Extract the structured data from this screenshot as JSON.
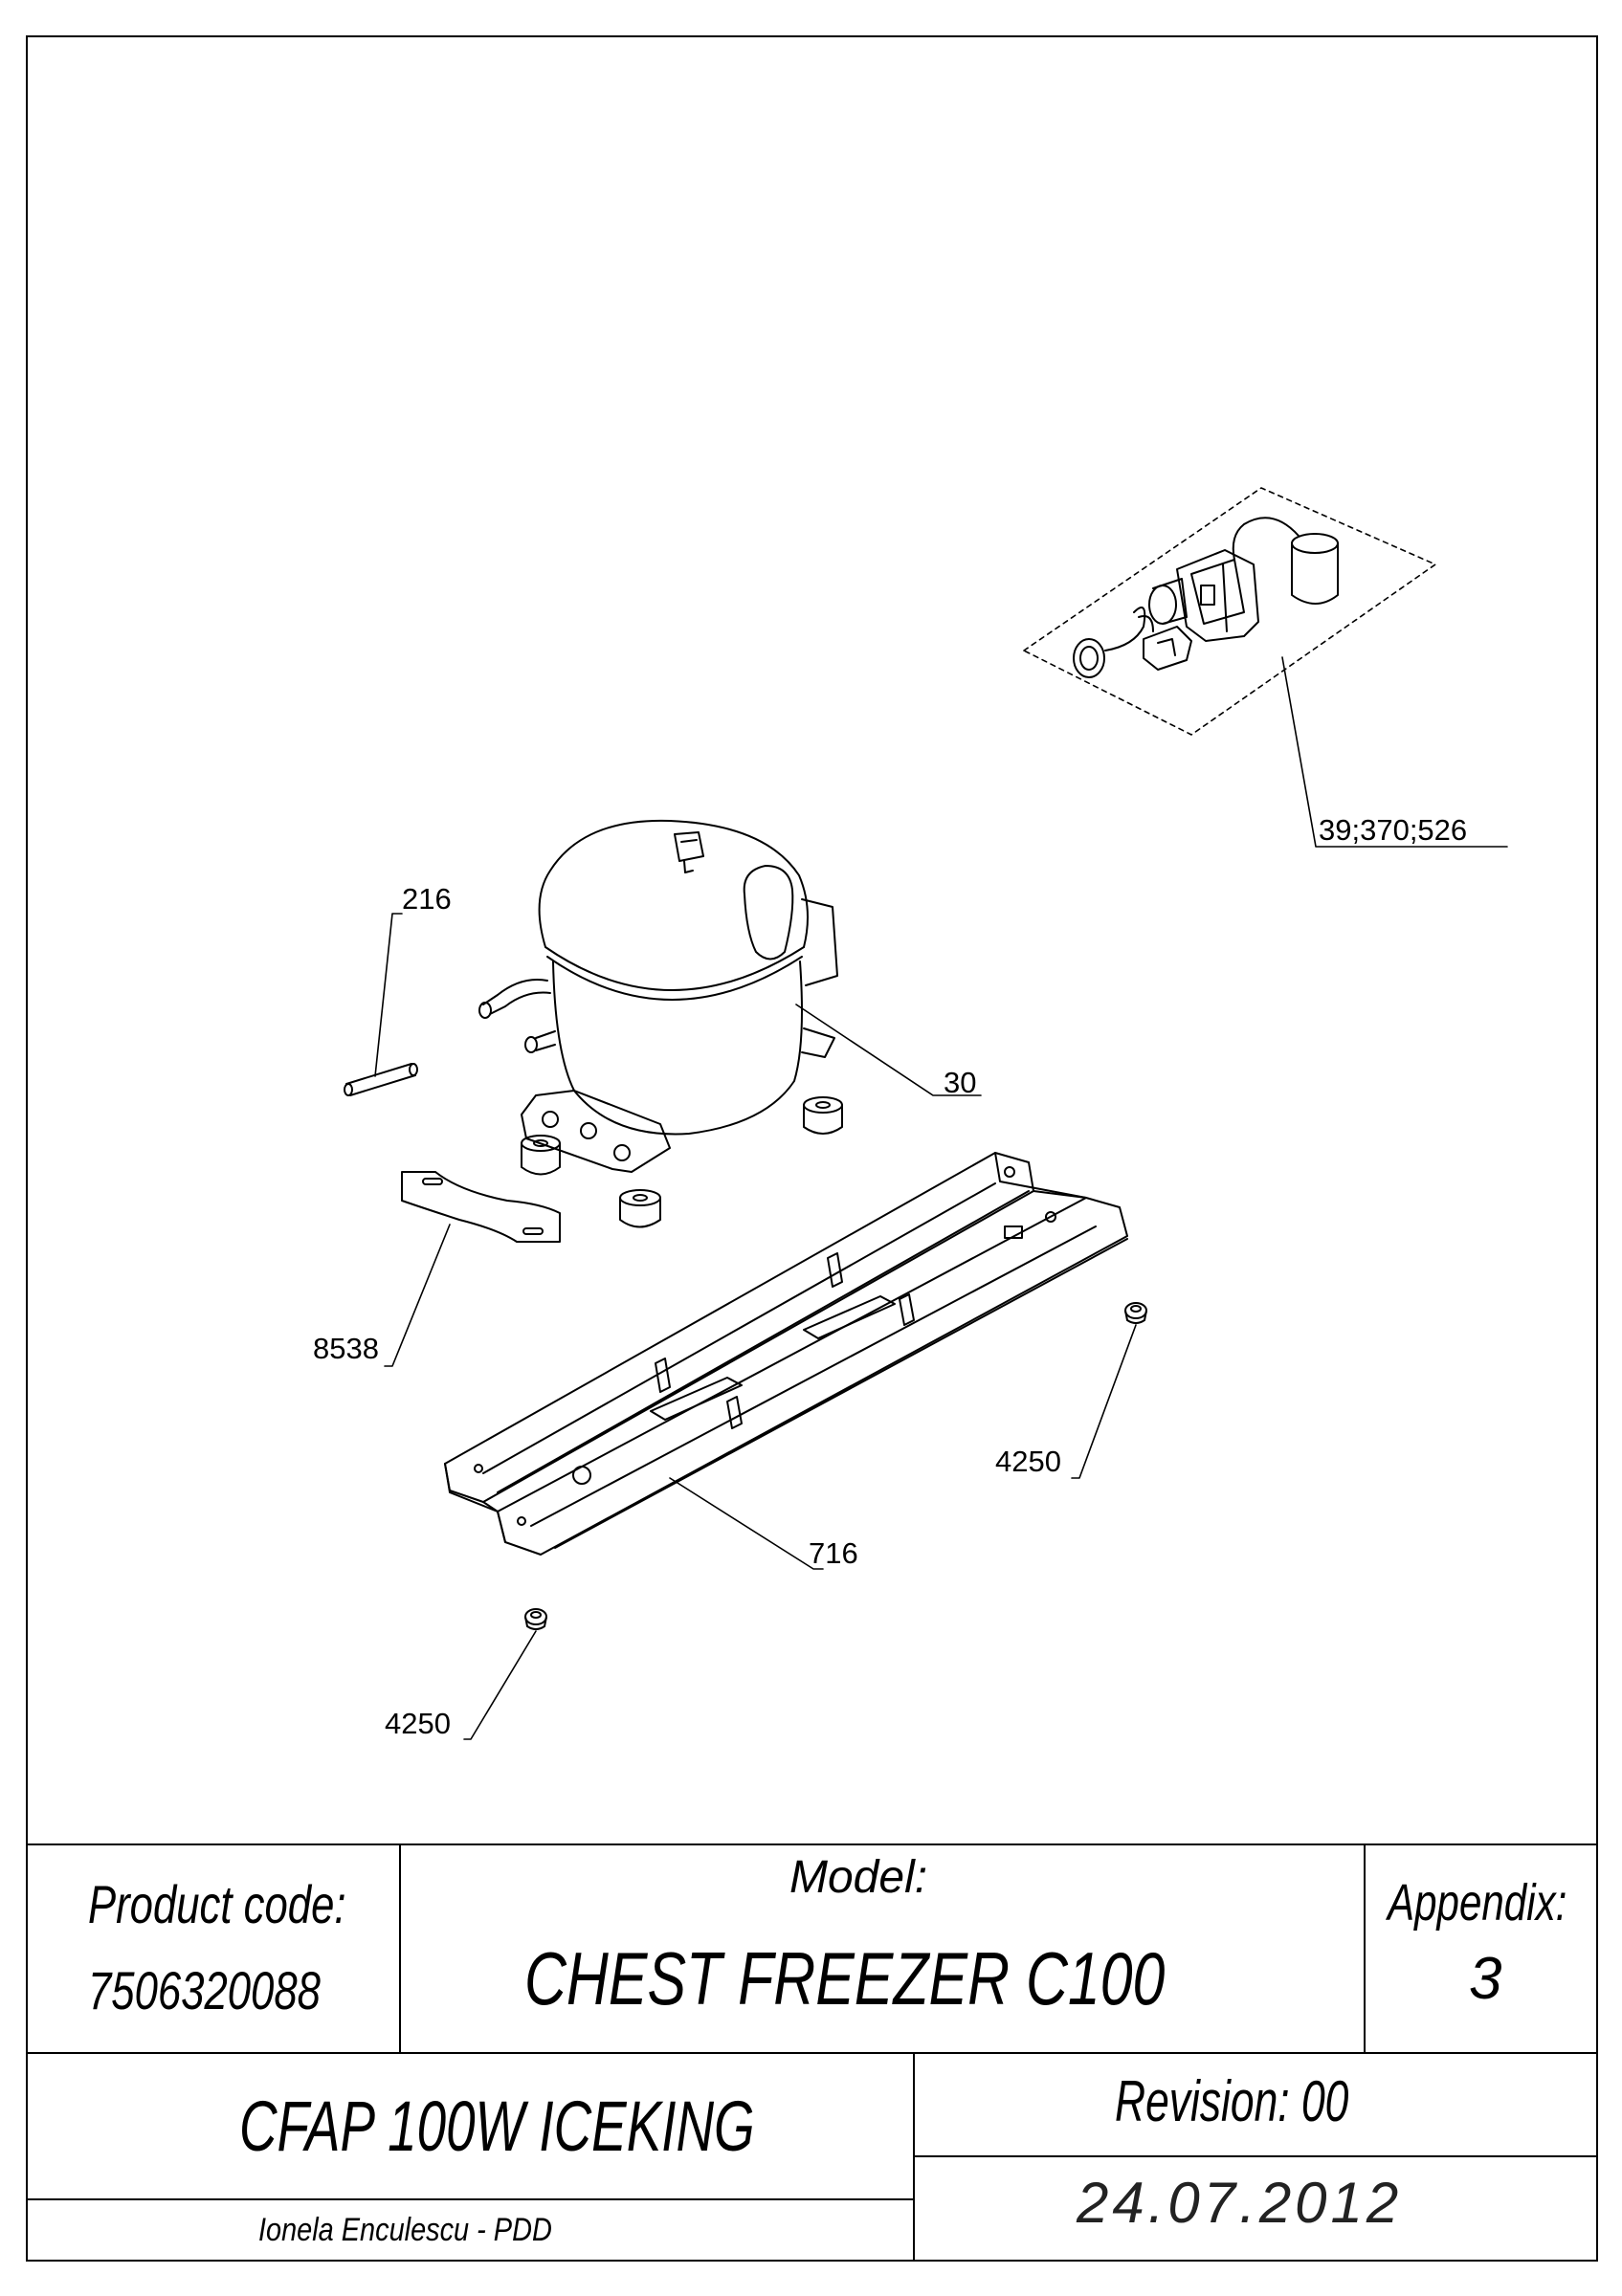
{
  "drawing": {
    "callouts": {
      "c216": "216",
      "c30": "30",
      "c39": "39;370;526",
      "c8538": "8538",
      "c4250a": "4250",
      "c716": "716",
      "c4250b": "4250"
    }
  },
  "title_block": {
    "product_code_label": "Product code:",
    "product_code": "7506320088",
    "model_label": "Model:",
    "model": "CHEST FREEZER C100",
    "appendix_label": "Appendix:",
    "appendix": "3",
    "variant": "CFAP 100W ICEKING",
    "revision": "Revision: 00",
    "author": "Ionela Enculescu - PDD",
    "date": "24.07.2012"
  }
}
